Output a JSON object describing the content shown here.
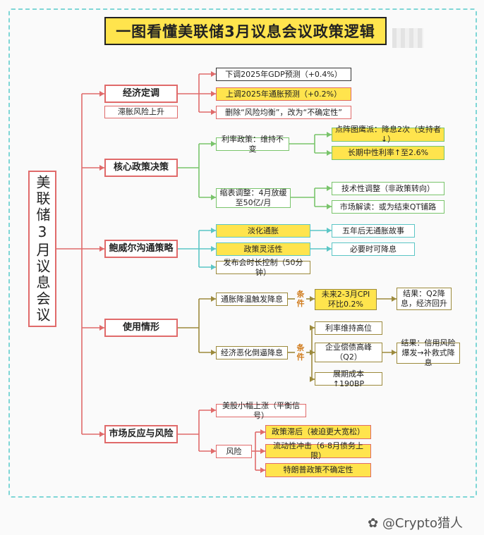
{
  "title": "一图看懂美联储3月议息会议政策逻辑",
  "root": "美联储3月议息会议",
  "economy": {
    "label": "经济定调",
    "sub": "滞胀风险上升",
    "items": [
      "下调2025年GDP预测（+0.4%）",
      "上调2025年通胀预测（+0.2%）",
      "删除“风险均衡”，改为“不确定性”"
    ]
  },
  "policy": {
    "label": "核心政策决策",
    "rate": "利率政策：维持不变",
    "rate_items": [
      "点阵图鹰派：降息2次（支持者↓）",
      "长期中性利率↑至2.6%"
    ],
    "qt": "缩表调整：4月放缓至50亿/月",
    "qt_items": [
      "技术性调整（非政策转向）",
      "市场解读：或为结束QT铺路"
    ]
  },
  "powell": {
    "label": "鲍威尔沟通策略",
    "items": [
      "淡化通胀",
      "政策灵活性",
      "发布会时长控制（50分钟）"
    ],
    "results": [
      "五年后无通胀故事",
      "必要时可降息"
    ]
  },
  "usage": {
    "label": "使用情形",
    "case1": "通胀降温触发降息",
    "cond_label": "条件",
    "cond1": "未来2-3月CPI环比0.2%",
    "result1": "结果：Q2降息，经济回升",
    "case2": "经济恶化倒逼降息",
    "cond2_items": [
      "利率维持高位",
      "企业偿债高峰（Q2）",
      "展期成本↑190BP"
    ],
    "result2": "结果：信用风险爆发→补救式降息"
  },
  "market": {
    "label": "市场反应与风险",
    "stock": "美股小幅上涨（平衡信号）",
    "risk": "风险",
    "risk_items": [
      "政策滞后（被迫更大宽松）",
      "流动性冲击（6-8月债务上限）",
      "特朗普政策不确定性"
    ]
  },
  "watermark": "✿ @Crypto猎人"
}
